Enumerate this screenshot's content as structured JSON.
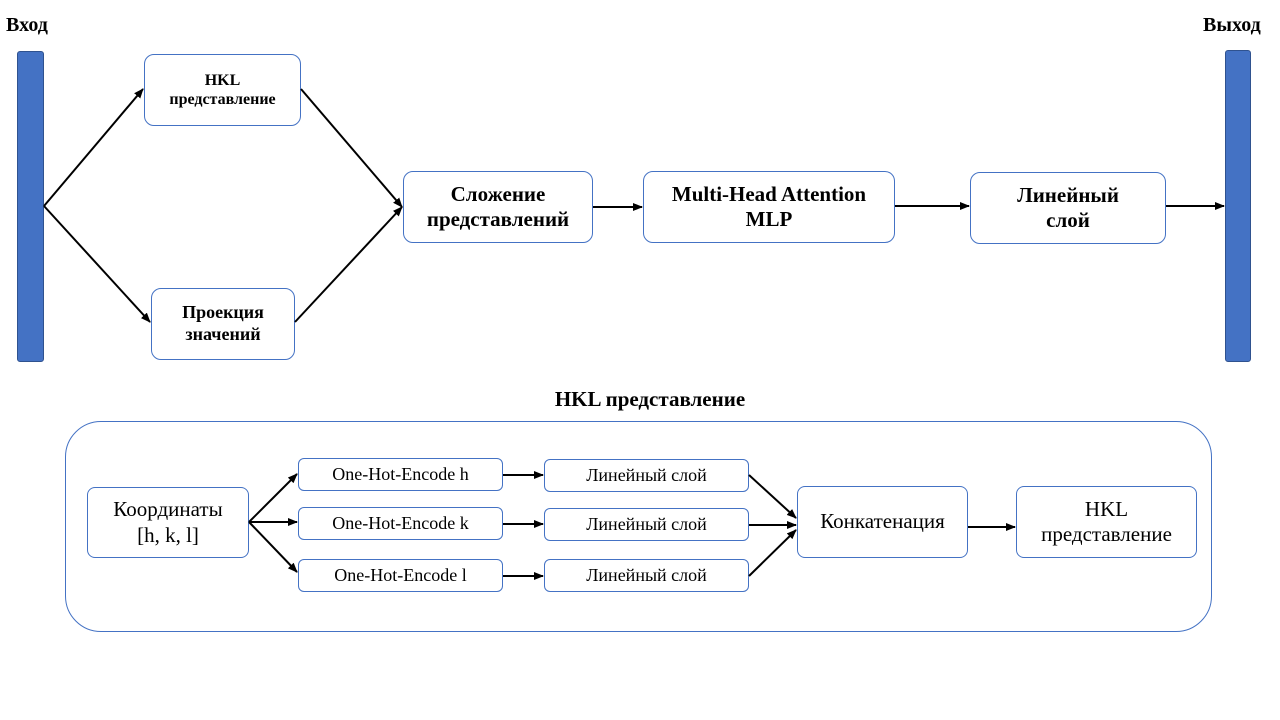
{
  "top": {
    "input_label": "Вход",
    "output_label": "Выход",
    "hkl_box": {
      "line1": "HKL",
      "line2": "представление"
    },
    "projection_box": {
      "line1": "Проекция",
      "line2": "значений"
    },
    "sum_box": {
      "line1": "Сложение",
      "line2": "представлений"
    },
    "attention_box": {
      "line1": "Multi-Head Attention",
      "line2": "MLP"
    },
    "linear_box": {
      "line1": "Линейный",
      "line2": "слой"
    }
  },
  "bottom": {
    "title": "HKL представление",
    "coords_box": {
      "line1": "Координаты",
      "line2": "[h, k, l]"
    },
    "encode_h": "One-Hot-Encode h",
    "encode_k": "One-Hot-Encode k",
    "encode_l": "One-Hot-Encode l",
    "linear_1": "Линейный слой",
    "linear_2": "Линейный слой",
    "linear_3": "Линейный слой",
    "concat_box": "Конкатенация",
    "hkl_out_box": {
      "line1": "HKL",
      "line2": "представление"
    }
  },
  "colors": {
    "accent": "#4472C4",
    "accent_border": "#2F528F",
    "arrow": "#000000"
  }
}
